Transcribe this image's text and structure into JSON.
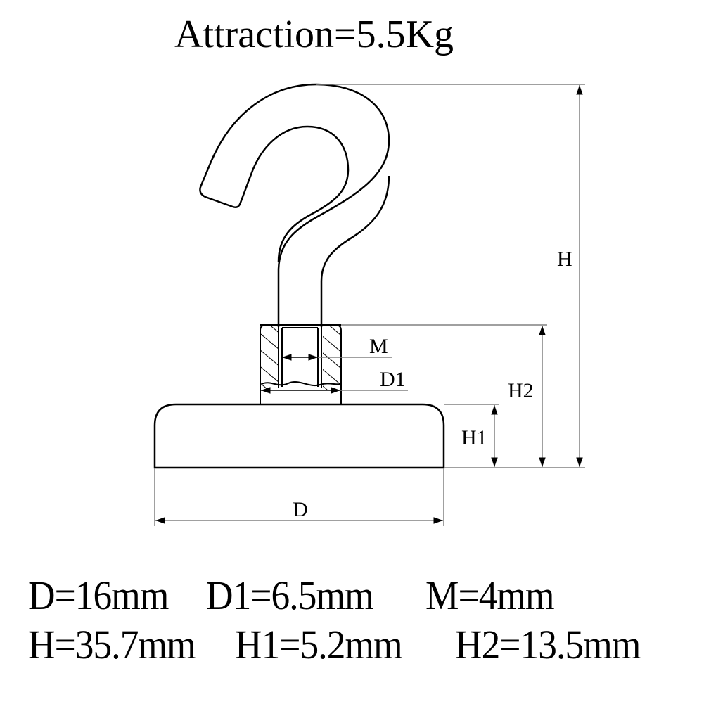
{
  "title": "Attraction=5.5Kg",
  "drawing": {
    "labels": {
      "H": "H",
      "H1": "H1",
      "H2": "H2",
      "M": "M",
      "D1": "D1",
      "D": "D"
    },
    "line_color": "#000000",
    "dimension_line_color": "#808080"
  },
  "specs": {
    "row1": [
      "D=16mm",
      "D1=6.5mm",
      "M=4mm"
    ],
    "row2": [
      "H=35.7mm",
      "H1=5.2mm",
      "H2=13.5mm"
    ]
  }
}
